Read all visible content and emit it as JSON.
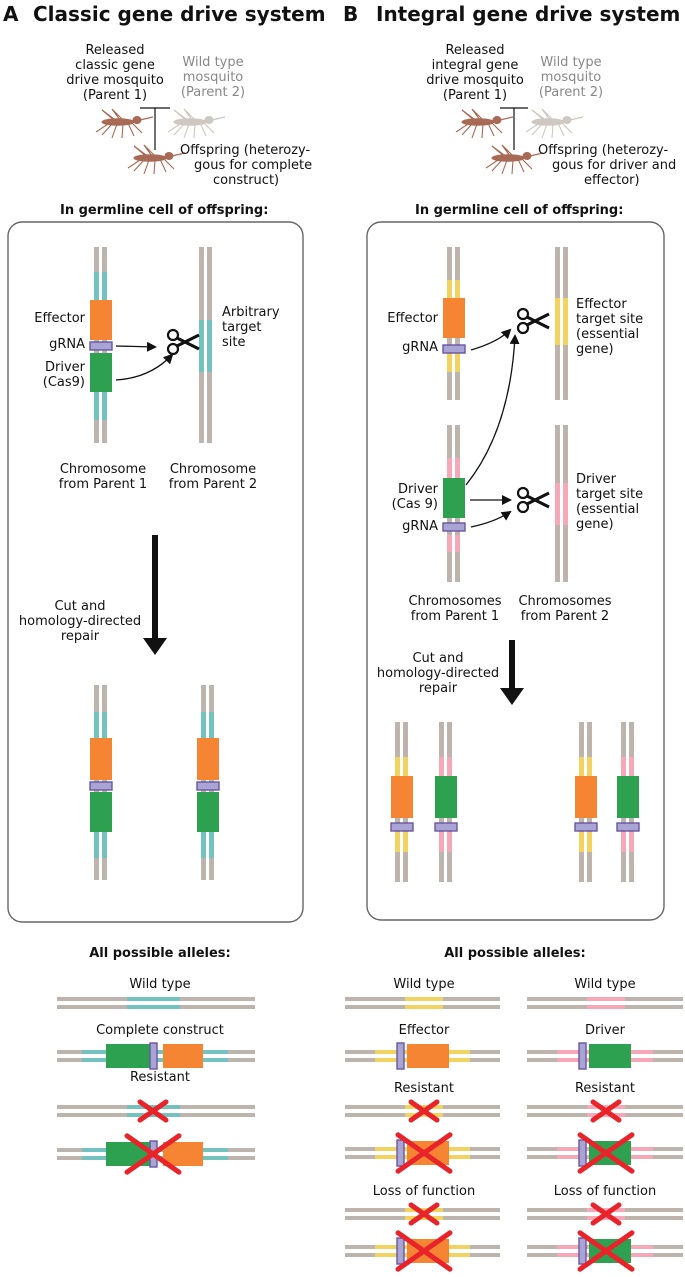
{
  "panel_a": {
    "letter": "A",
    "title": "Classic gene drive system",
    "parent1": [
      "Released",
      "classic gene",
      "drive mosquito",
      "(Parent 1)"
    ],
    "parent2": [
      "Wild type",
      "mosquito",
      "(Parent 2)"
    ],
    "offspring": [
      "Offspring (heterozy-",
      "gous for complete",
      "construct)"
    ],
    "germline_title": "In germline cell of offspring:",
    "effector": "Effector",
    "grna": "gRNA",
    "driver": [
      "Driver",
      "(Cas9)"
    ],
    "target": [
      "Arbitrary",
      "target",
      "site"
    ],
    "chrom1": [
      "Chromosome",
      "from Parent 1"
    ],
    "chrom2": [
      "Chromosome",
      "from Parent 2"
    ],
    "repair": [
      "Cut and",
      "homology-directed",
      "repair"
    ],
    "alleles_title": "All possible alleles:",
    "allele_labels": [
      "Wild type",
      "Complete construct",
      "Resistant"
    ]
  },
  "panel_b": {
    "letter": "B",
    "title": "Integral gene drive system",
    "parent1": [
      "Released",
      "integral gene",
      "drive mosquito",
      "(Parent 1)"
    ],
    "parent2": [
      "Wild type",
      "mosquito",
      "(Parent 2)"
    ],
    "offspring": [
      "Offspring (heterozy-",
      "gous for driver and",
      "effector)"
    ],
    "germline_title": "In germline cell of offspring:",
    "effector": "Effector",
    "grna_top": "gRNA",
    "driver": [
      "Driver",
      "(Cas 9)"
    ],
    "grna_bottom": "gRNA",
    "effector_target": [
      "Effector",
      "target site",
      "(essential",
      "gene)"
    ],
    "driver_target": [
      "Driver",
      "target site",
      "(essential",
      "gene)"
    ],
    "chrom1": [
      "Chromosomes",
      "from Parent 1"
    ],
    "chrom2": [
      "Chromosomes",
      "from Parent 2"
    ],
    "repair": [
      "Cut and",
      "homology-directed",
      "repair"
    ],
    "alleles_title": "All possible alleles:",
    "allele_labels_left": [
      "Wild type",
      "Effector",
      "Resistant",
      "Loss of function"
    ],
    "allele_labels_right": [
      "Wild type",
      "Driver",
      "Resistant",
      "Loss of function"
    ]
  },
  "colors": {
    "chromosome": "#beb4ae",
    "teal": "#74c2c0",
    "yellow": "#f2d35f",
    "pink": "#f6a8b9",
    "effector": "#f58532",
    "driver": "#2da14f",
    "grna_fill": "#a8a4d4",
    "grna_border": "#6b55a0",
    "cross": "#e8242a",
    "mosquito_drive": "#a86a55",
    "mosquito_wild": "#cfc7c2"
  },
  "icons": [
    "mosquito-icon",
    "scissors-icon",
    "cross-icon",
    "arrow-icon"
  ]
}
